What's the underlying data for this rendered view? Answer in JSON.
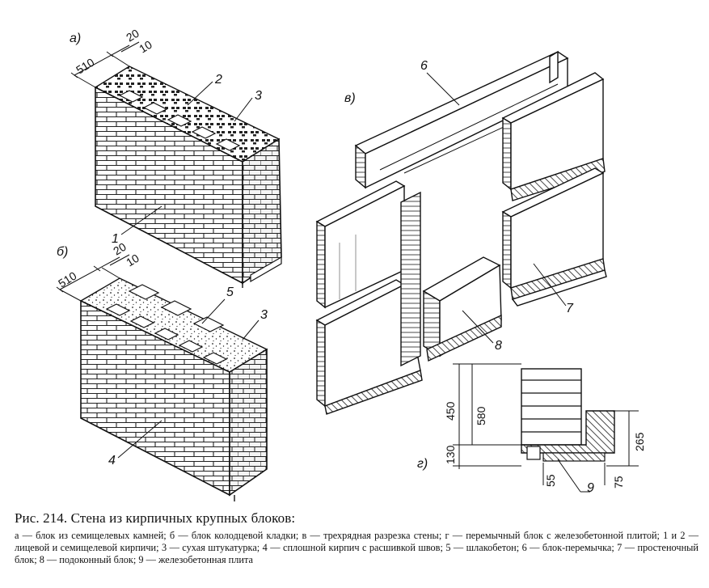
{
  "figure": {
    "caption_title": "Рис. 214. Стена из кирпичных крупных блоков:",
    "caption_legend": "а — блок из семищелевых камней; б — блок колодцевой кладки; в — трехрядная разрезка стены; г — перемычный блок с железобетонной плитой; 1 и 2 — лицевой и семищелевой кирпичи; 3 — сухая штукатурка; 4 — сплошной кирпич с расшивкой швов; 5 — шлакобетон; 6 — блок-перемычка; 7 — простеночный блок; 8 — подоконный блок; 9 — железобетонная плита",
    "panel_labels": {
      "a": "а)",
      "b": "б)",
      "v": "в)",
      "g": "г)"
    },
    "dims_a": {
      "width": "510",
      "d1": "20",
      "d2": "10"
    },
    "dims_b": {
      "width": "510",
      "d1": "20",
      "d2": "10"
    },
    "callouts": {
      "n1": "1",
      "n2": "2",
      "n3a": "3",
      "n3b": "3",
      "n4": "4",
      "n5": "5",
      "n6": "6",
      "n7": "7",
      "n8": "8",
      "n9": "9"
    },
    "dims_g": {
      "h450": "450",
      "h580": "580",
      "h130": "130",
      "w55": "55",
      "w75": "75",
      "h265": "265"
    }
  }
}
